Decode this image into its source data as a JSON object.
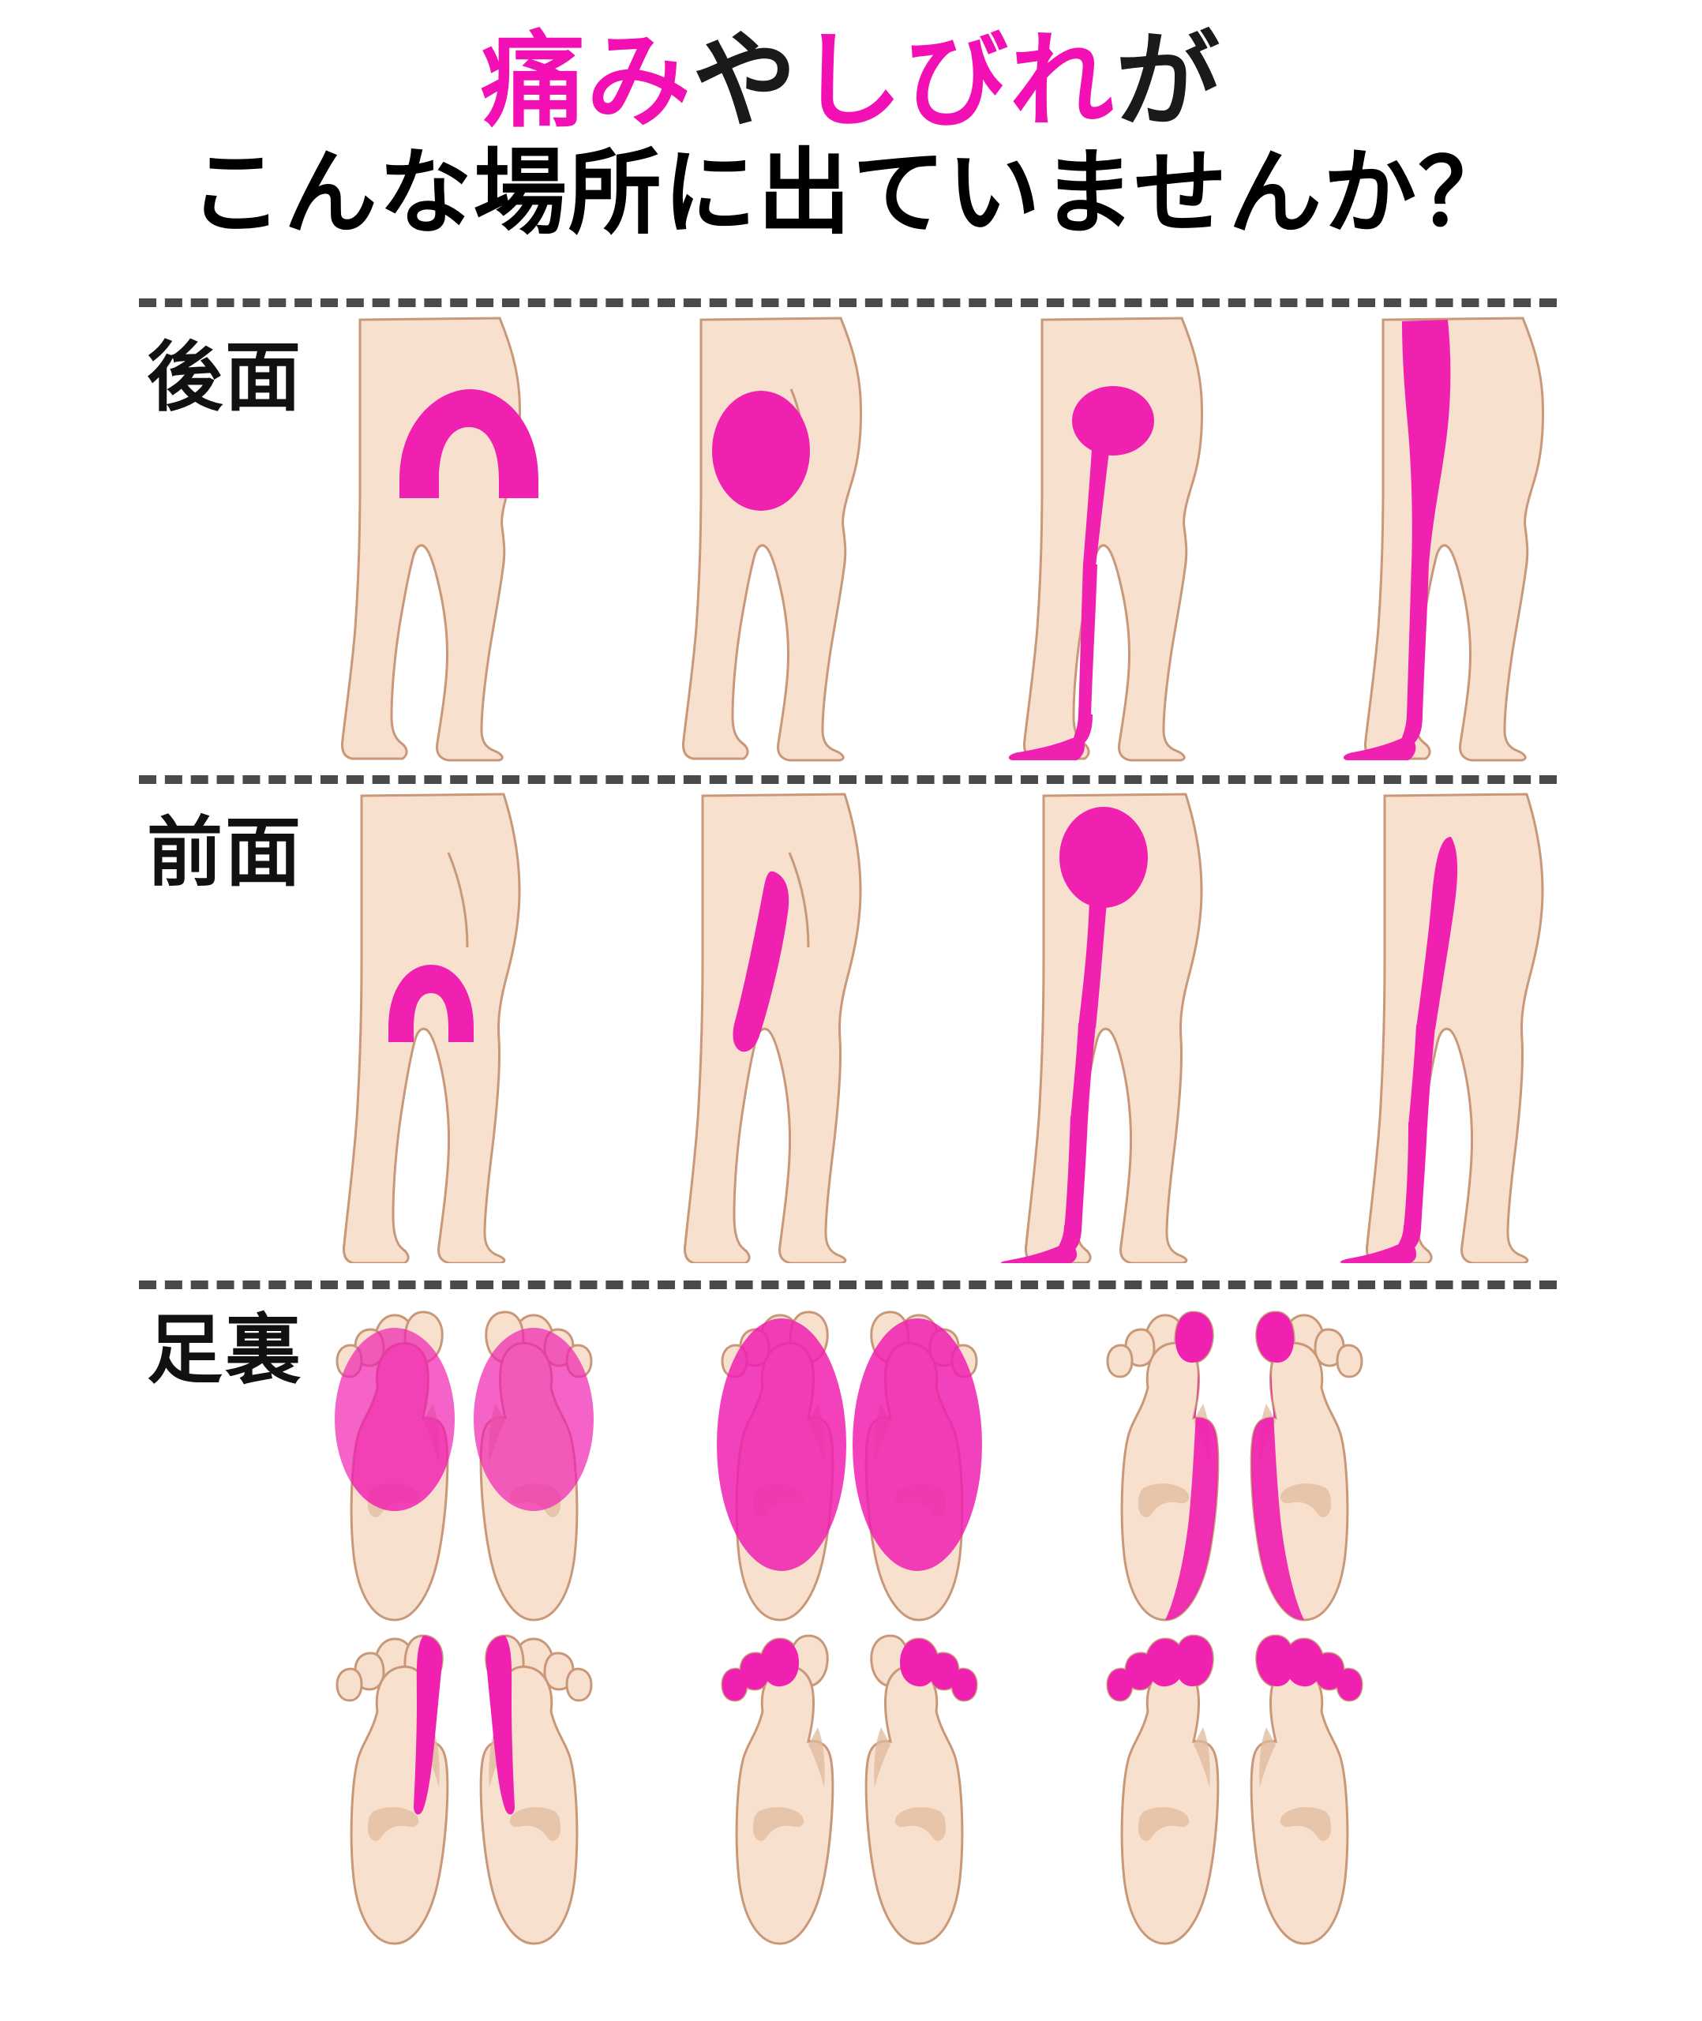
{
  "title": {
    "line1_part1": "痛み",
    "line1_part2": "や",
    "line1_part3": "しびれ",
    "line1_part4": "が",
    "line2": "こんな場所に出ていませんか？"
  },
  "colors": {
    "accent_pink": "#F210B4",
    "pain_fill": "#F020B0",
    "skin": "#F7E0CD",
    "skin_shadow": "#E0B99B",
    "outline": "#C89878",
    "divider": "#4A4A4A",
    "text_dark": "#1A1A1A"
  },
  "sections": [
    {
      "label": "後面",
      "name": "posterior-view",
      "figures": [
        {
          "name": "posterior-buttock-arch",
          "region": "arch-over-gluteal-fold"
        },
        {
          "name": "posterior-buttock-oval",
          "region": "gluteal-oval"
        },
        {
          "name": "posterior-sciatic-path",
          "region": "buttock-to-sole-radiating"
        },
        {
          "name": "posterior-full-leg-band",
          "region": "hip-to-heel-band"
        }
      ]
    },
    {
      "label": "前面",
      "name": "anterior-view",
      "figures": [
        {
          "name": "anterior-groin-arch",
          "region": "groin-arch"
        },
        {
          "name": "anterior-thigh-stripe",
          "region": "anterior-thigh-stripe"
        },
        {
          "name": "anterior-hip-to-foot",
          "region": "hip-front-down-to-foot"
        },
        {
          "name": "anterior-shin-to-dorsum",
          "region": "thigh-shin-to-dorsum"
        }
      ]
    },
    {
      "label": "足裏",
      "name": "sole-view",
      "figures": [
        {
          "name": "sole-forefoot-ball",
          "region": "forefoot-ball-oval"
        },
        {
          "name": "sole-whole-forefoot",
          "region": "whole-sole-oval"
        },
        {
          "name": "sole-medial-edge",
          "region": "medial-edge-and-big-toe"
        },
        {
          "name": "sole-second-third-toe-stripe",
          "region": "two-central-toe-stripes"
        },
        {
          "name": "sole-lateral-toes",
          "region": "three-lateral-toes"
        },
        {
          "name": "sole-all-toes",
          "region": "all-five-toes"
        }
      ]
    }
  ]
}
